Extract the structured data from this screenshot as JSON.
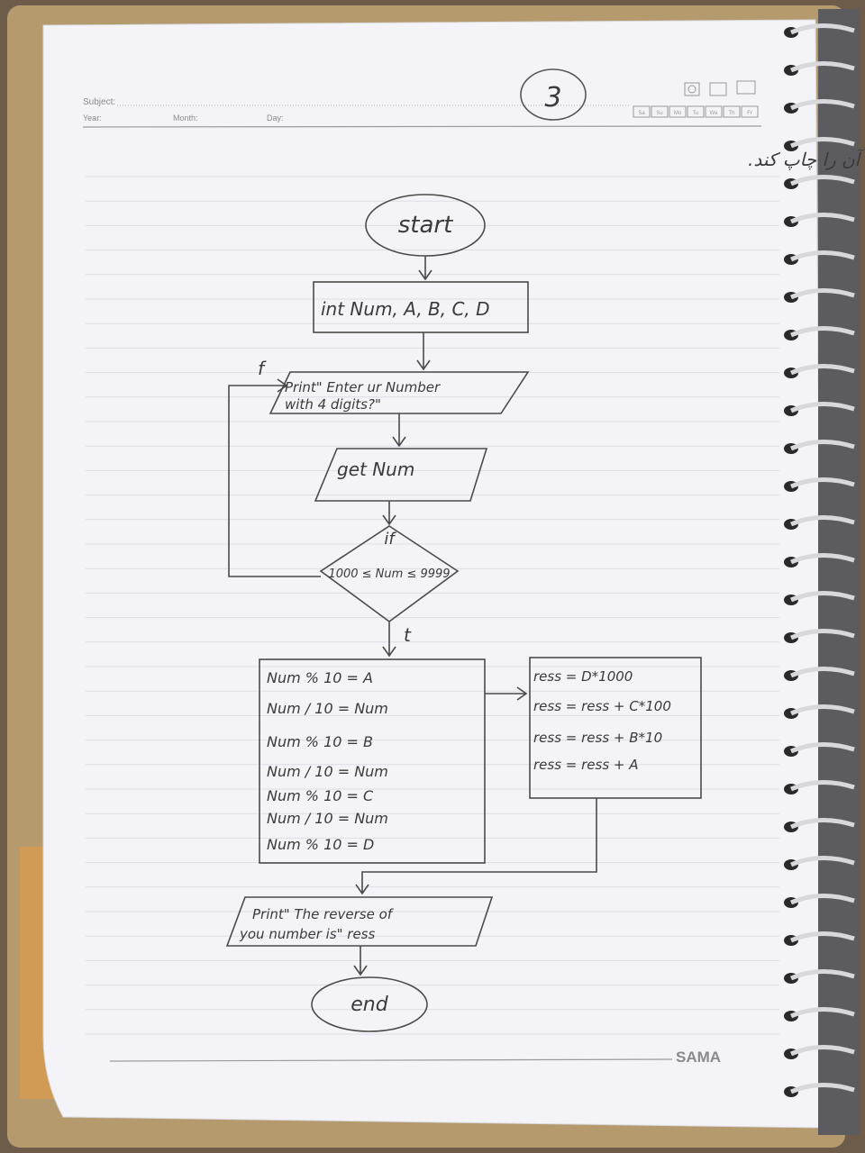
{
  "header": {
    "subject_label": "Subject:",
    "year_label": "Year:",
    "month_label": "Month:",
    "day_label": "Day:",
    "page_number": "3",
    "weekdays": [
      "Sa",
      "Su",
      "Mo",
      "Tu",
      "We",
      "Th",
      "Fr"
    ]
  },
  "question": "فلوچارت برنامه‌ای را رسم کنید که یک عدد چهار رقمی از کاربر گرفته و برعکس آن را چاپ کند.",
  "flowchart": {
    "start": "start",
    "declare": "int Num, A, B, C, D",
    "prompt_lines": [
      "Print\" Enter ur Number",
      "with 4 digits?\""
    ],
    "input": "get Num",
    "decision_top": "if",
    "decision_condition": "1000 ≤ Num ≤ 9999",
    "false_label": "f",
    "true_label": "t",
    "digits_steps": [
      "Num % 10 = A",
      "Num / 10 = Num",
      "Num % 10 = B",
      "Num / 10 = Num",
      "Num % 10 = C",
      "Num / 10 = Num",
      "Num % 10 = D"
    ],
    "reverse_steps": [
      "ress = D*1000",
      "ress = ress + C*100",
      "ress = ress + B*10",
      "ress = ress + A"
    ],
    "output_lines": [
      "Print\" The reverse of",
      "you number is\" ress"
    ],
    "end": "end"
  },
  "footer": {
    "brand": "SAMA"
  }
}
